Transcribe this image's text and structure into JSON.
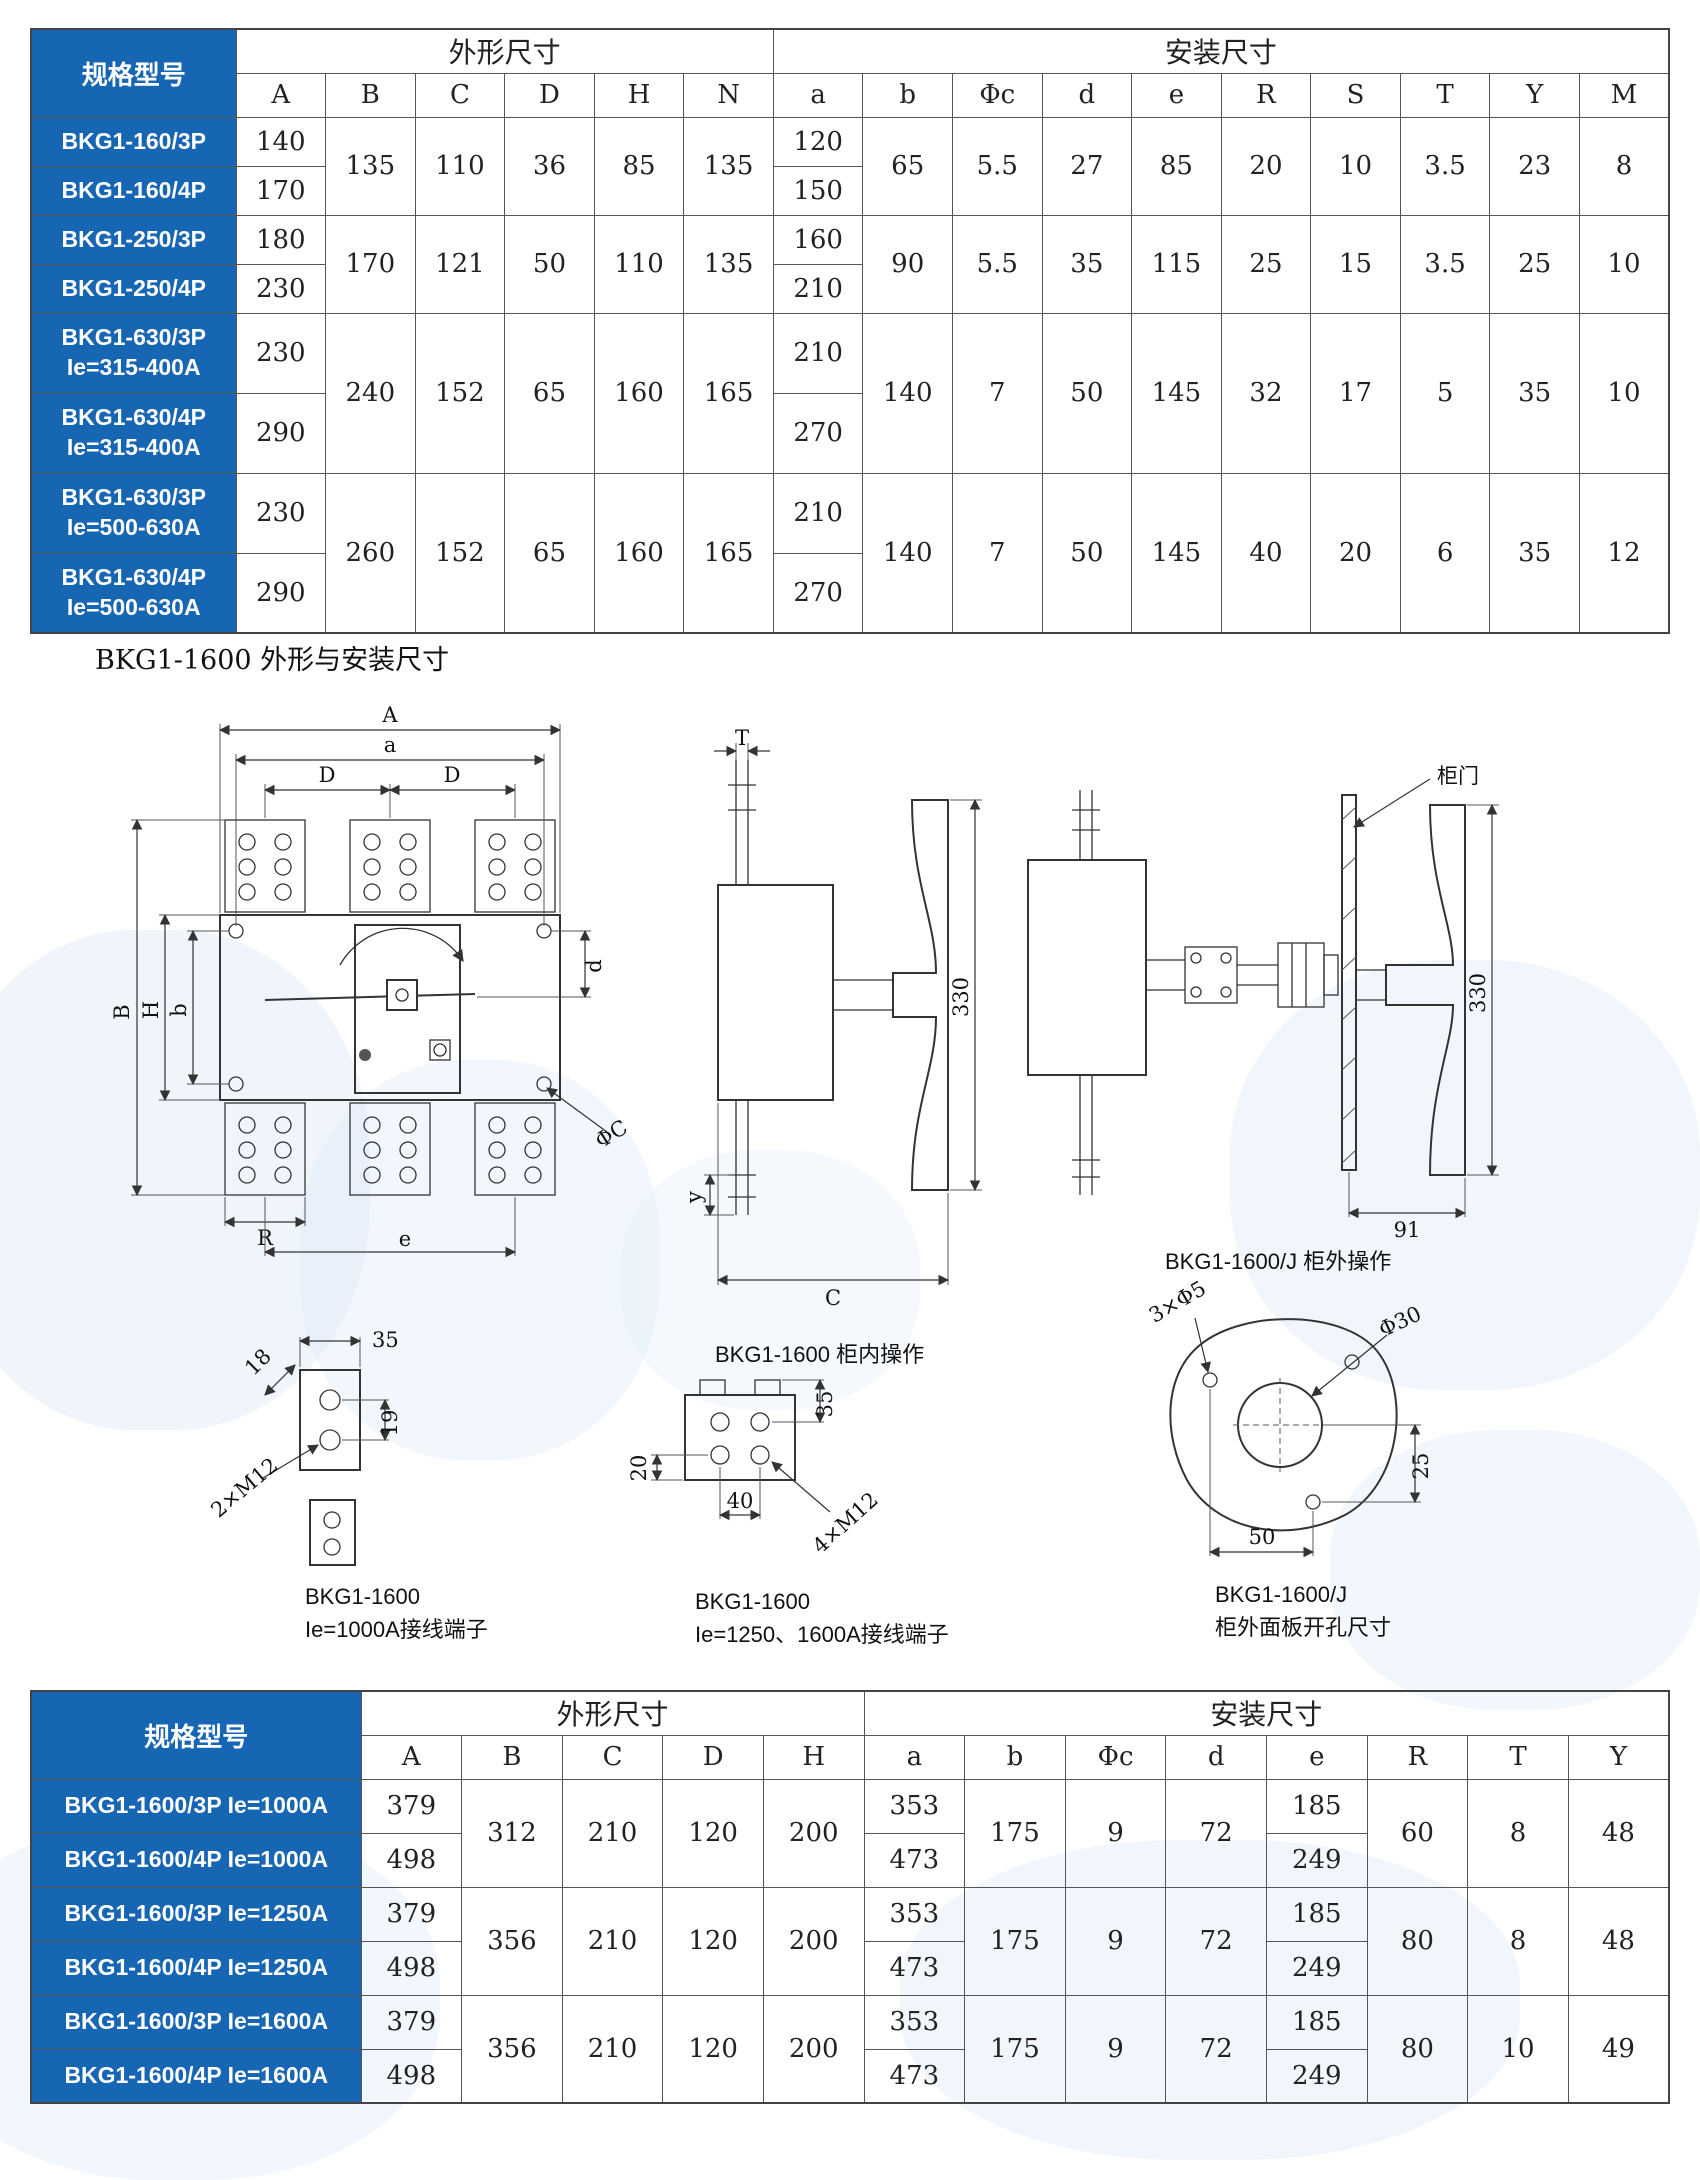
{
  "page": {
    "heading2": "BKG1-1600 外形与安装尺寸"
  },
  "table1": {
    "spec_label": "规格型号",
    "outline_label": "外形尺寸",
    "install_label": "安装尺寸",
    "cols": [
      "A",
      "B",
      "C",
      "D",
      "H",
      "N",
      "a",
      "b",
      "Φc",
      "d",
      "e",
      "R",
      "S",
      "T",
      "Y",
      "M"
    ],
    "groups": [
      {
        "rows": [
          {
            "model": "BKG1-160/3P",
            "A": "140",
            "a": "120"
          },
          {
            "model": "BKG1-160/4P",
            "A": "170",
            "a": "150"
          }
        ],
        "shared": {
          "B": "135",
          "C": "110",
          "D": "36",
          "H": "85",
          "N": "135",
          "b": "65",
          "Phic": "5.5",
          "d": "27",
          "e": "85",
          "R": "20",
          "S": "10",
          "T": "3.5",
          "Y": "23",
          "M": "8"
        }
      },
      {
        "rows": [
          {
            "model": "BKG1-250/3P",
            "A": "180",
            "a": "160"
          },
          {
            "model": "BKG1-250/4P",
            "A": "230",
            "a": "210"
          }
        ],
        "shared": {
          "B": "170",
          "C": "121",
          "D": "50",
          "H": "110",
          "N": "135",
          "b": "90",
          "Phic": "5.5",
          "d": "35",
          "e": "115",
          "R": "25",
          "S": "15",
          "T": "3.5",
          "Y": "25",
          "M": "10"
        }
      },
      {
        "rows": [
          {
            "model": "BKG1-630/3P\nIe=315-400A",
            "A": "230",
            "a": "210"
          },
          {
            "model": "BKG1-630/4P\nIe=315-400A",
            "A": "290",
            "a": "270"
          }
        ],
        "shared": {
          "B": "240",
          "C": "152",
          "D": "65",
          "H": "160",
          "N": "165",
          "b": "140",
          "Phic": "7",
          "d": "50",
          "e": "145",
          "R": "32",
          "S": "17",
          "T": "5",
          "Y": "35",
          "M": "10"
        }
      },
      {
        "rows": [
          {
            "model": "BKG1-630/3P\nIe=500-630A",
            "A": "230",
            "a": "210"
          },
          {
            "model": "BKG1-630/4P\nIe=500-630A",
            "A": "290",
            "a": "270"
          }
        ],
        "shared": {
          "B": "260",
          "C": "152",
          "D": "65",
          "H": "160",
          "N": "165",
          "b": "140",
          "Phic": "7",
          "d": "50",
          "e": "145",
          "R": "40",
          "S": "20",
          "T": "6",
          "Y": "35",
          "M": "12"
        }
      }
    ]
  },
  "table2": {
    "spec_label": "规格型号",
    "outline_label": "外形尺寸",
    "install_label": "安装尺寸",
    "cols": [
      "A",
      "B",
      "C",
      "D",
      "H",
      "a",
      "b",
      "Φc",
      "d",
      "e",
      "R",
      "T",
      "Y"
    ],
    "groups": [
      {
        "rows": [
          {
            "model": "BKG1-1600/3P Ie=1000A",
            "A": "379",
            "a": "353",
            "e": "185"
          },
          {
            "model": "BKG1-1600/4P Ie=1000A",
            "A": "498",
            "a": "473",
            "e": "249"
          }
        ],
        "shared": {
          "B": "312",
          "C": "210",
          "D": "120",
          "H": "200",
          "b": "175",
          "Phic": "9",
          "d": "72",
          "R": "60",
          "T": "8",
          "Y": "48"
        }
      },
      {
        "rows": [
          {
            "model": "BKG1-1600/3P Ie=1250A",
            "A": "379",
            "a": "353",
            "e": "185"
          },
          {
            "model": "BKG1-1600/4P Ie=1250A",
            "A": "498",
            "a": "473",
            "e": "249"
          }
        ],
        "shared": {
          "B": "356",
          "C": "210",
          "D": "120",
          "H": "200",
          "b": "175",
          "Phic": "9",
          "d": "72",
          "R": "80",
          "T": "8",
          "Y": "48"
        }
      },
      {
        "rows": [
          {
            "model": "BKG1-1600/3P Ie=1600A",
            "A": "379",
            "a": "353",
            "e": "185"
          },
          {
            "model": "BKG1-1600/4P Ie=1600A",
            "A": "498",
            "a": "473",
            "e": "249"
          }
        ],
        "shared": {
          "B": "356",
          "C": "210",
          "D": "120",
          "H": "200",
          "b": "175",
          "Phic": "9",
          "d": "72",
          "R": "80",
          "T": "10",
          "Y": "49"
        }
      }
    ]
  },
  "diagrams": {
    "front": {
      "A": "A",
      "a": "a",
      "D1": "D",
      "D2": "D",
      "B": "B",
      "H": "H",
      "b": "b",
      "d": "d",
      "phiC": "ΦC",
      "R": "R",
      "e": "e"
    },
    "side_in": {
      "T": "T",
      "h330": "330",
      "y": "y",
      "C": "C",
      "caption": "BKG1-1600 柜内操作"
    },
    "side_out": {
      "door": "柜门",
      "h330": "330",
      "w91": "91",
      "caption": "BKG1-1600/J 柜外操作"
    },
    "term1000": {
      "d18": "18",
      "d35": "35",
      "d19": "19",
      "m12": "2×M12",
      "caption1": "BKG1-1600",
      "caption2": "Ie=1000A接线端子"
    },
    "term1600": {
      "d35": "35",
      "d40": "40",
      "d20": "20",
      "m12": "4×M12",
      "caption1": "BKG1-1600",
      "caption2": "Ie=1250、1600A接线端子"
    },
    "cutout": {
      "holes": "3×Φ5",
      "phi30": "Φ30",
      "d25": "25",
      "d50": "50",
      "caption1": "BKG1-1600/J",
      "caption2": "柜外面板开孔尺寸"
    }
  }
}
